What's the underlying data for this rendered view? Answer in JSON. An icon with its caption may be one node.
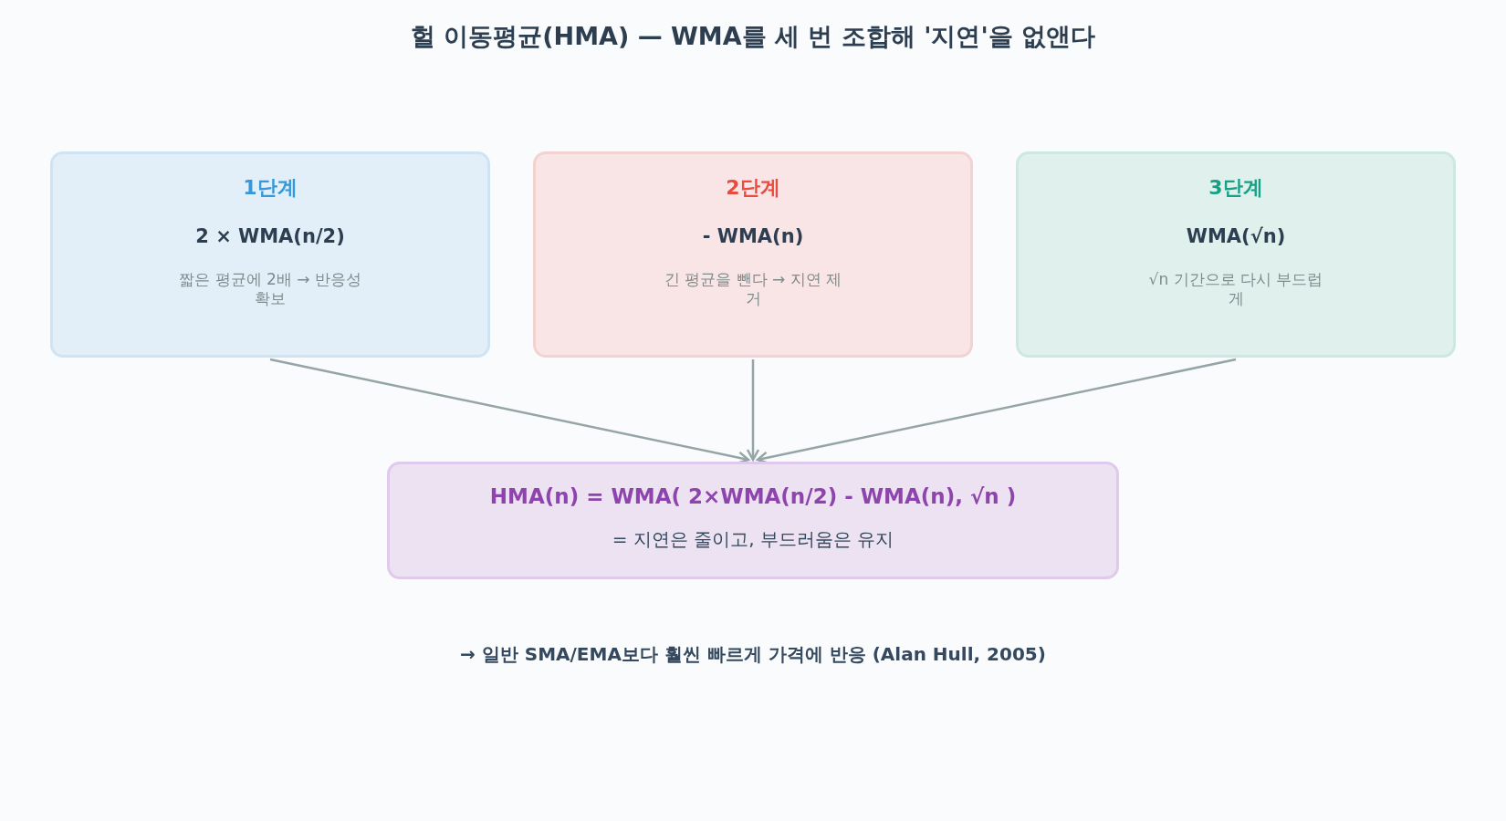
{
  "diagram": {
    "title": "헐 이동평균(HMA) — WMA를 세 번 조합해 '지연'을 없앤다",
    "nodes": [
      {
        "text": [
          "1단계",
          "2 × WMA(n/2)",
          "짧은 평균에 2배 → 반응성 확보"
        ]
      },
      {
        "text": [
          "2단계",
          "- WMA(n)",
          "긴 평균을 뺀다 → 지연 제거"
        ]
      },
      {
        "text": [
          "3단계",
          "WMA(√n)",
          "√n 기간으로 다시 부드럽게"
        ]
      },
      {
        "text": [
          "HMA(n) = WMA( 2×WMA(n/2) - WMA(n), √n )",
          "= 지연은 줄이고, 부드러움은 유지"
        ]
      }
    ],
    "edges": [
      {
        "from": 0,
        "to": 3,
        "arrow": "to"
      },
      {
        "from": 1,
        "to": 3,
        "arrow": "to"
      },
      {
        "from": 2,
        "to": 3,
        "arrow": "to"
      }
    ],
    "labels": [
      "→ 일반 SMA/EMA보다 훨씬 빠르게 가격에 반응 (Alan Hull, 2005)"
    ]
  }
}
